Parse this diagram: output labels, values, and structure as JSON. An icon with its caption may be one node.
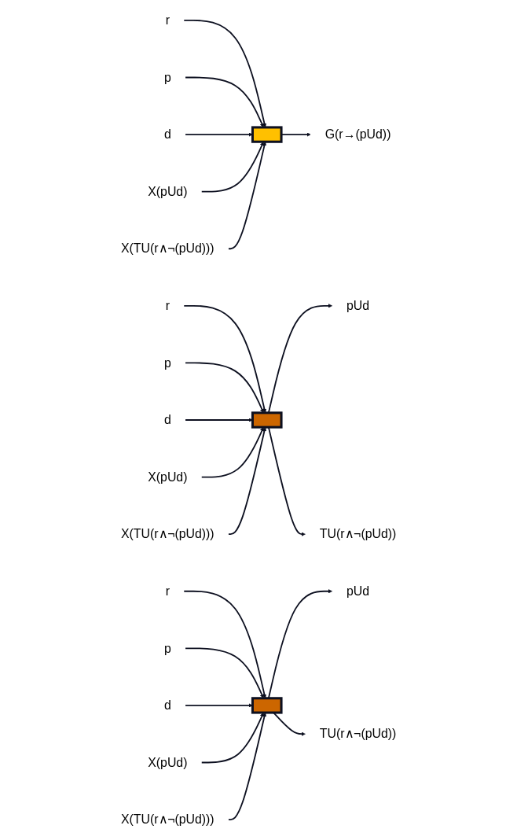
{
  "diagram": {
    "nodes": [
      {
        "text": [
          "G(r→(pUd))"
        ]
      },
      {
        "text": [],
        "shape": "box"
      },
      {
        "text": [
          "r"
        ]
      },
      {
        "text": [
          "p"
        ]
      },
      {
        "text": [
          "d"
        ]
      },
      {
        "text": [
          "X(pUd)"
        ]
      },
      {
        "text": [
          "X(TU(r∧¬(pUd)))"
        ]
      },
      {
        "text": [
          "pUd"
        ]
      },
      {
        "text": [
          "TU(r∧¬(pUd))"
        ]
      },
      {
        "text": [],
        "shape": "box"
      },
      {
        "text": [
          "r"
        ]
      },
      {
        "text": [
          "p"
        ]
      },
      {
        "text": [
          "d"
        ]
      },
      {
        "text": [
          "X(pUd)"
        ]
      },
      {
        "text": [
          "X(TU(r∧¬(pUd)))"
        ]
      },
      {
        "text": [
          "pUd"
        ]
      },
      {
        "text": [
          "TU(r∧¬(pUd))"
        ]
      },
      {
        "text": [],
        "shape": "box"
      },
      {
        "text": [
          "r"
        ]
      },
      {
        "text": [
          "p"
        ]
      },
      {
        "text": [
          "d"
        ]
      },
      {
        "text": [
          "X(pUd)"
        ]
      },
      {
        "text": [
          "X(TU(r∧¬(pUd)))"
        ]
      }
    ],
    "edges": [
      {
        "from": 1,
        "to": 0,
        "arrow": "to"
      },
      {
        "from": 2,
        "to": 1,
        "arrow": "to"
      },
      {
        "from": 3,
        "to": 1,
        "arrow": "to"
      },
      {
        "from": 4,
        "to": 1,
        "arrow": "to"
      },
      {
        "from": 5,
        "to": 1,
        "arrow": "to"
      },
      {
        "from": 6,
        "to": 1,
        "arrow": "to"
      },
      {
        "from": 9,
        "to": 7,
        "arrow": "to"
      },
      {
        "from": 9,
        "to": 8,
        "arrow": "to"
      },
      {
        "from": 10,
        "to": 9,
        "arrow": "to"
      },
      {
        "from": 11,
        "to": 9,
        "arrow": "to"
      },
      {
        "from": 12,
        "to": 9,
        "arrow": "to"
      },
      {
        "from": 13,
        "to": 9,
        "arrow": "to"
      },
      {
        "from": 14,
        "to": 9,
        "arrow": "to"
      },
      {
        "from": 17,
        "to": 15,
        "arrow": "to"
      },
      {
        "from": 17,
        "to": 16,
        "arrow": "to"
      },
      {
        "from": 18,
        "to": 17,
        "arrow": "to"
      },
      {
        "from": 19,
        "to": 17,
        "arrow": "to"
      },
      {
        "from": 20,
        "to": 17,
        "arrow": "to"
      },
      {
        "from": 21,
        "to": 17,
        "arrow": "to"
      },
      {
        "from": 22,
        "to": 17,
        "arrow": "to"
      }
    ]
  }
}
